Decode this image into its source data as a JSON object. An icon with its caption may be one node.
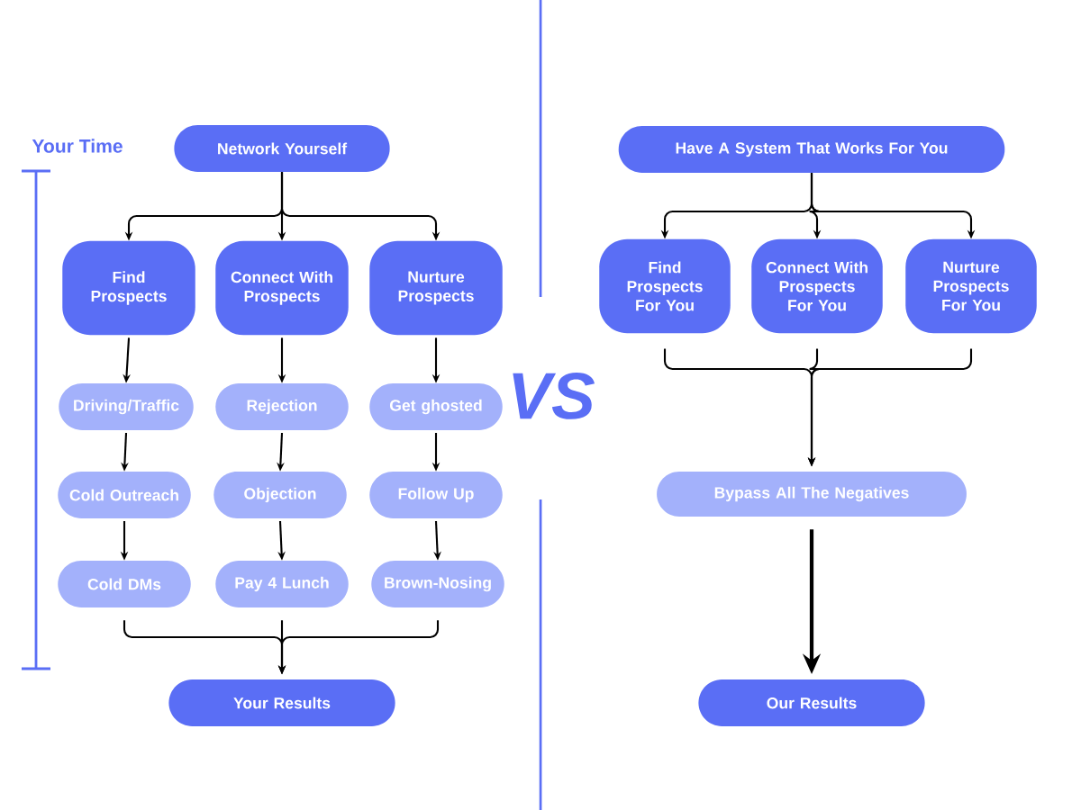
{
  "diagram": {
    "nodes": [
      {
        "text": [
          "Network Yourself"
        ]
      },
      {
        "text": [
          "Find Prospects"
        ]
      },
      {
        "text": [
          "Connect With Prospects"
        ]
      },
      {
        "text": [
          "Nurture Prospects"
        ]
      },
      {
        "text": [
          "Driving/Traffic"
        ]
      },
      {
        "text": [
          "Rejection"
        ]
      },
      {
        "text": [
          "Get ghosted"
        ]
      },
      {
        "text": [
          "Cold Outreach"
        ]
      },
      {
        "text": [
          "Objection"
        ]
      },
      {
        "text": [
          "Follow Up"
        ]
      },
      {
        "text": [
          "Cold DMs"
        ]
      },
      {
        "text": [
          "Pay 4 Lunch"
        ]
      },
      {
        "text": [
          "Brown-Nosing"
        ]
      },
      {
        "text": [
          "Your Results"
        ]
      },
      {
        "text": [
          "Have A System That Works For You"
        ]
      },
      {
        "text": [
          "Find Prospects For You"
        ]
      },
      {
        "text": [
          "Connect With Prospects For You"
        ]
      },
      {
        "text": [
          "Nurture Prospects For You"
        ]
      },
      {
        "text": [
          "Bypass All The Negatives"
        ]
      },
      {
        "text": [
          "Our Results"
        ]
      }
    ],
    "edges": [
      {
        "from": 0,
        "to": 1,
        "arrow": "to"
      },
      {
        "from": 0,
        "to": 2,
        "arrow": "to"
      },
      {
        "from": 0,
        "to": 3,
        "arrow": "to"
      },
      {
        "from": 1,
        "to": 4,
        "arrow": "to"
      },
      {
        "from": 4,
        "to": 7,
        "arrow": "to"
      },
      {
        "from": 7,
        "to": 10,
        "arrow": "to"
      },
      {
        "from": 2,
        "to": 5,
        "arrow": "to"
      },
      {
        "from": 5,
        "to": 8,
        "arrow": "to"
      },
      {
        "from": 8,
        "to": 11,
        "arrow": "to"
      },
      {
        "from": 3,
        "to": 6,
        "arrow": "to"
      },
      {
        "from": 6,
        "to": 9,
        "arrow": "to"
      },
      {
        "from": 9,
        "to": 12,
        "arrow": "to"
      },
      {
        "from": 10,
        "to": 13,
        "arrow": "to"
      },
      {
        "from": 11,
        "to": 13,
        "arrow": "to"
      },
      {
        "from": 12,
        "to": 13,
        "arrow": "to"
      },
      {
        "from": 14,
        "to": 15,
        "arrow": "to"
      },
      {
        "from": 14,
        "to": 16,
        "arrow": "to"
      },
      {
        "from": 14,
        "to": 17,
        "arrow": "to"
      },
      {
        "from": 15,
        "to": 18,
        "arrow": "to"
      },
      {
        "from": 16,
        "to": 18,
        "arrow": "to"
      },
      {
        "from": 17,
        "to": 18,
        "arrow": "to"
      },
      {
        "from": 18,
        "to": 19,
        "arrow": "to",
        "style": "thick"
      }
    ],
    "labels": [
      "Your Time",
      "VS"
    ]
  }
}
